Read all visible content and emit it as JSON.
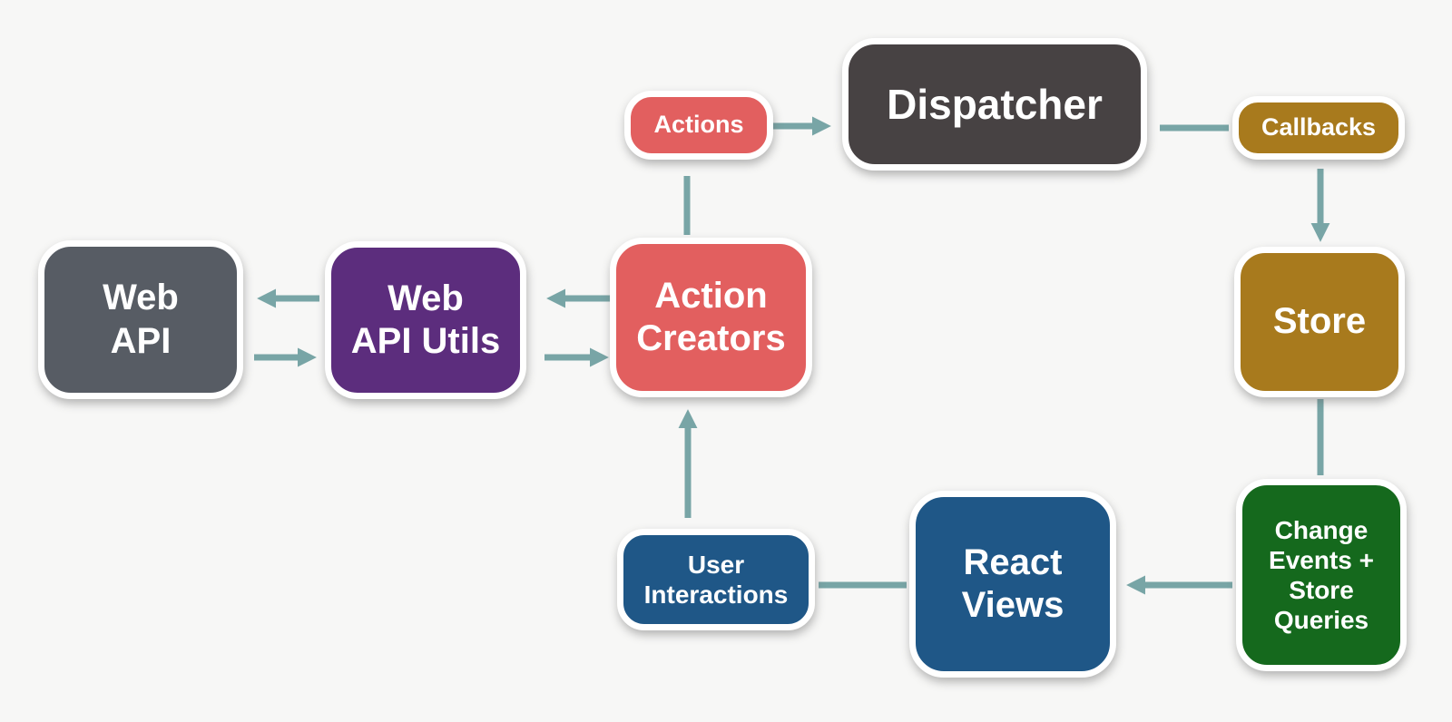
{
  "palette": {
    "background": "#f7f7f6",
    "arrow": "#78a5a6",
    "node_border": "#ffffff",
    "node_text": "#ffffff"
  },
  "nodes": {
    "actions": {
      "label": "Actions",
      "color": "#e25f5f"
    },
    "dispatcher": {
      "label": "Dispatcher",
      "color": "#474243"
    },
    "callbacks": {
      "label": "Callbacks",
      "color": "#a87a1d"
    },
    "store": {
      "label": "Store",
      "color": "#a87a1d"
    },
    "web_api": {
      "label": "Web\nAPI",
      "color": "#575c64"
    },
    "web_api_utils": {
      "label": "Web\nAPI Utils",
      "color": "#5c2d7d"
    },
    "action_creators": {
      "label": "Action\nCreators",
      "color": "#e25f5f"
    },
    "user_interactions": {
      "label": "User\nInteractions",
      "color": "#1f5787"
    },
    "react_views": {
      "label": "React\nViews",
      "color": "#1f5787"
    },
    "change_events_store_queries": {
      "label": "Change\nEvents +\nStore\nQueries",
      "color": "#15691d"
    }
  },
  "edges": [
    {
      "from": "actions",
      "to": "dispatcher",
      "arrowhead": true
    },
    {
      "from": "dispatcher",
      "to": "callbacks",
      "arrowhead": false
    },
    {
      "from": "callbacks",
      "to": "store",
      "arrowhead": true
    },
    {
      "from": "store",
      "to": "change_events_store_queries",
      "arrowhead": false
    },
    {
      "from": "change_events_store_queries",
      "to": "react_views",
      "arrowhead": true
    },
    {
      "from": "react_views",
      "to": "user_interactions",
      "arrowhead": false
    },
    {
      "from": "user_interactions",
      "to": "action_creators",
      "arrowhead": true
    },
    {
      "from": "action_creators",
      "to": "actions",
      "arrowhead": false
    },
    {
      "from": "action_creators",
      "to": "web_api_utils",
      "arrowhead": true
    },
    {
      "from": "web_api_utils",
      "to": "action_creators",
      "arrowhead": true
    },
    {
      "from": "web_api_utils",
      "to": "web_api",
      "arrowhead": true
    },
    {
      "from": "web_api",
      "to": "web_api_utils",
      "arrowhead": true
    }
  ]
}
